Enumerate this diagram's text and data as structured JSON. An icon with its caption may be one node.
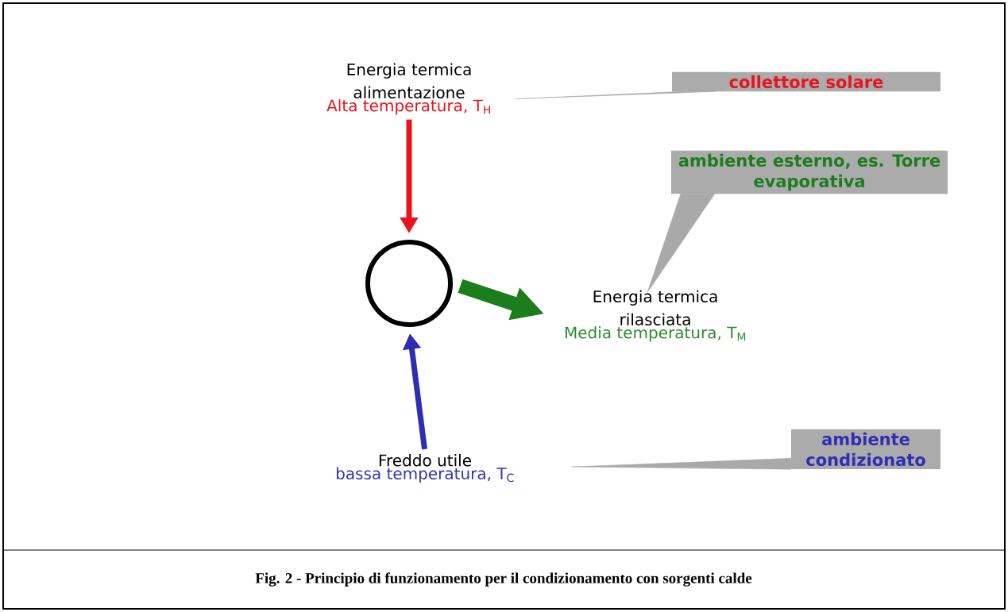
{
  "diagram": {
    "caption": "Fig. 2 - Principio di funzionamento per il condizionamento con sorgenti calde",
    "nodes": [
      {
        "text": [
          "Energia termica alimentazione",
          "Alta temperatura, T$_{H}$"
        ]
      },
      {
        "text": [],
        "shape": "circle"
      },
      {
        "text": [
          "Energia termica rilasciata",
          "Media temperatura, T$_{M}$"
        ]
      },
      {
        "text": [
          "Freddo utile",
          "bassa temperatura, T$_{C}$"
        ]
      },
      {
        "text": [
          "collettore solare"
        ]
      },
      {
        "text": [
          "ambiente esterno, es. Torre evaporativa"
        ]
      },
      {
        "text": [
          "ambiente condizionato"
        ]
      }
    ],
    "edges": [
      {
        "from": 0,
        "to": 1,
        "arrow": "to",
        "color": "#e8141c"
      },
      {
        "from": 1,
        "to": 2,
        "arrow": "to",
        "style": "thick",
        "color": "#1b7d1b"
      },
      {
        "from": 3,
        "to": 1,
        "arrow": "to",
        "color": "#2e2eb4"
      },
      {
        "from": 4,
        "to": 0,
        "arrow": "none",
        "color": "#a9a9a9"
      },
      {
        "from": 5,
        "to": 2,
        "arrow": "none",
        "color": "#a9a9a9"
      },
      {
        "from": 6,
        "to": 3,
        "arrow": "none",
        "color": "#a9a9a9"
      }
    ]
  }
}
